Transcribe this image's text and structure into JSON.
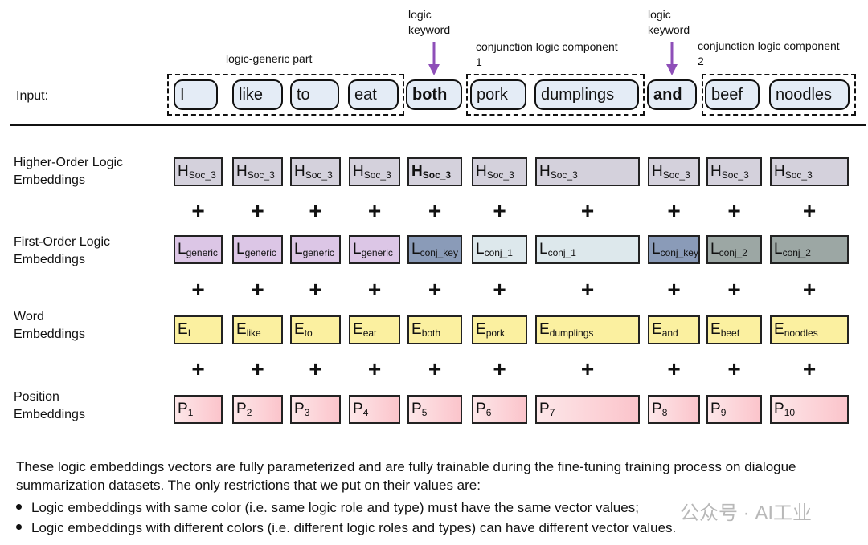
{
  "input_label": "Input:",
  "annotations": {
    "generic": "logic-generic part",
    "keyword1_line1": "logic",
    "keyword1_line2": "keyword",
    "keyword2_line1": "logic",
    "keyword2_line2": "keyword",
    "conj1_line1": "conjunction logic component",
    "conj1_line2": "1",
    "conj2_line1": "conjunction logic component",
    "conj2_line2": "2"
  },
  "arrow_color": "#8e4fb8",
  "tokens": [
    "I",
    "like",
    "to",
    "eat",
    "both",
    "pork",
    "dumplings",
    "and",
    "beef",
    "noodles"
  ],
  "row_labels": {
    "higher_1": "Higher-Order Logic",
    "higher_2": "Embeddings",
    "first_1": "First-Order Logic",
    "first_2": "Embeddings",
    "word_1": "Word",
    "word_2": "Embeddings",
    "pos_1": "Position",
    "pos_2": "Embeddings"
  },
  "higher_order": {
    "symbol": "H",
    "sub": "Soc_3"
  },
  "first_order": [
    {
      "sub": "generic",
      "color": "#dcc6e6"
    },
    {
      "sub": "generic",
      "color": "#dcc6e6"
    },
    {
      "sub": "generic",
      "color": "#dcc6e6"
    },
    {
      "sub": "generic",
      "color": "#dcc6e6"
    },
    {
      "sub": "conj_key",
      "color": "#8a9bb8"
    },
    {
      "sub": "conj_1",
      "color": "#dde8ec"
    },
    {
      "sub": "conj_1",
      "color": "#dde8ec"
    },
    {
      "sub": "conj_key",
      "color": "#8a9bb8"
    },
    {
      "sub": "conj_2",
      "color": "#9ca7a4"
    },
    {
      "sub": "conj_2",
      "color": "#9ca7a4"
    }
  ],
  "word_emb": {
    "symbol": "E",
    "subs": [
      "I",
      "like",
      "to",
      "eat",
      "both",
      "pork",
      "dumplings",
      "and",
      "beef",
      "noodles"
    ]
  },
  "pos_emb": {
    "symbol": "P",
    "subs": [
      "1",
      "2",
      "3",
      "4",
      "5",
      "6",
      "7",
      "8",
      "9",
      "10"
    ]
  },
  "plus": "+",
  "description": "These logic embeddings vectors are fully parameterized and are fully trainable during the fine-tuning training process on dialogue summarization datasets. The only restrictions that we put on their values are:",
  "bullets": [
    "Logic embeddings with same color (i.e. same logic role and type) must have the same vector values;",
    "Logic embeddings with different colors (i.e. different logic roles and types) can have different vector values."
  ],
  "watermark": "公众号 · AI工业"
}
